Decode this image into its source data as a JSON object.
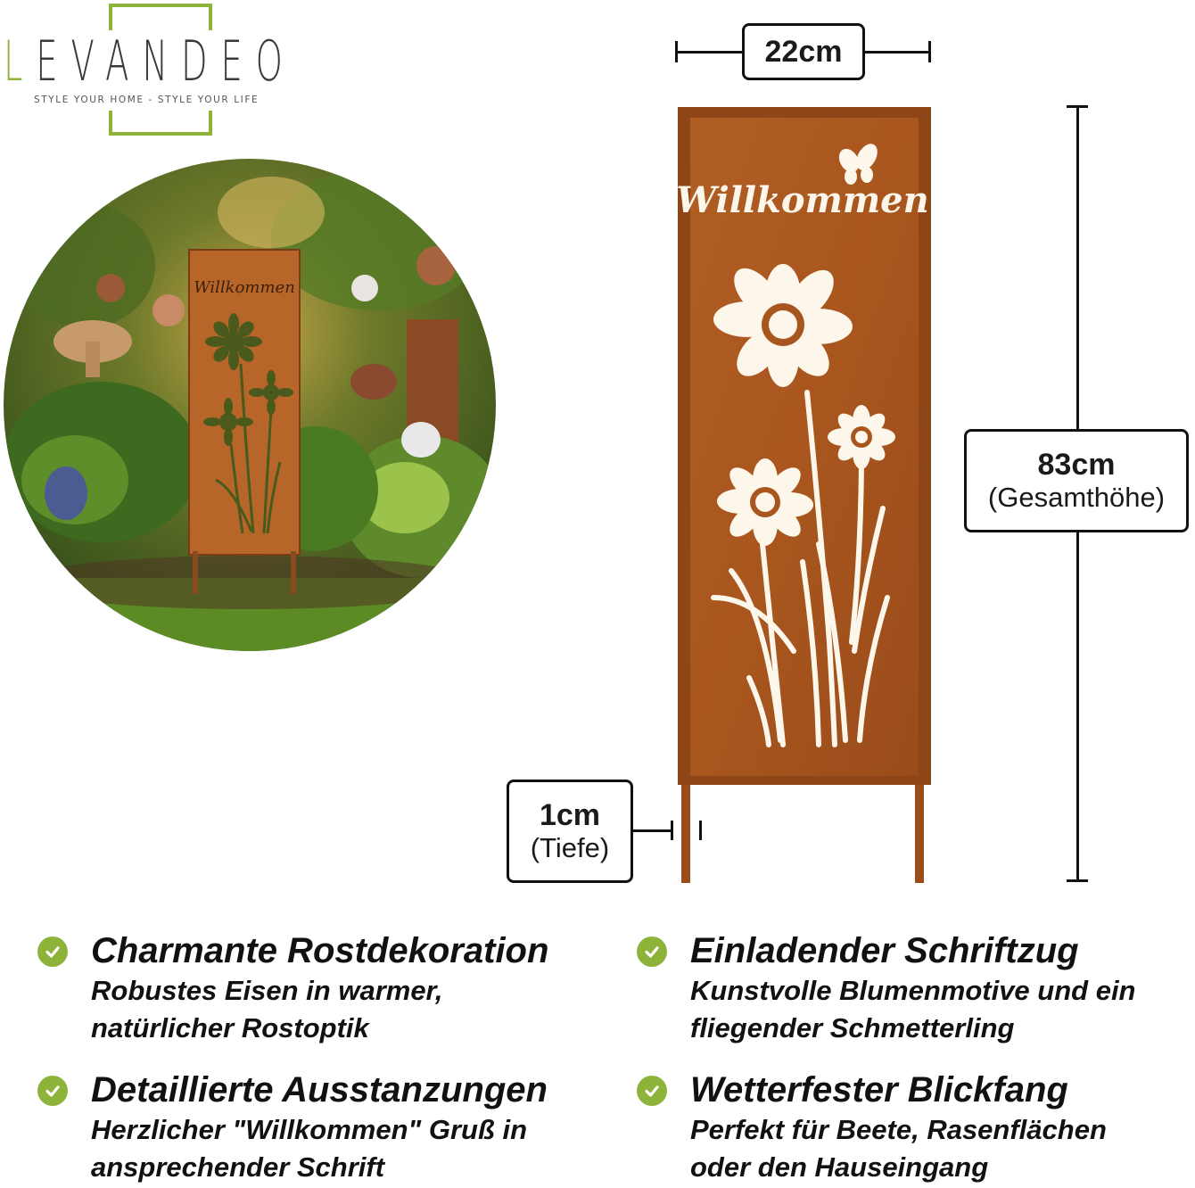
{
  "brand": {
    "first_letter": "L",
    "rest": "EVANDEO",
    "tagline": "STYLE YOUR HOME - STYLE YOUR LIFE",
    "accent_color": "#8db33a"
  },
  "product": {
    "inscription": "Willkommen",
    "rust_color": "#a85a22"
  },
  "dimensions": {
    "width": {
      "value": "22cm"
    },
    "height": {
      "value": "83cm",
      "note": "(Gesamthöhe)"
    },
    "depth": {
      "value": "1cm",
      "note": "(Tiefe)"
    }
  },
  "features": [
    {
      "icon": "check-circle-icon",
      "title": "Charmante Rostdekoration",
      "desc": "Robustes Eisen in warmer, natürlicher Rostoptik"
    },
    {
      "icon": "check-circle-icon",
      "title": "Einladender Schriftzug",
      "desc": "Kunstvolle Blumenmotive und ein fliegender Schmetterling"
    },
    {
      "icon": "check-circle-icon",
      "title": "Detaillierte Ausstanzungen",
      "desc": "Herzlicher \"Willkommen\" Gruß in ansprechender Schrift"
    },
    {
      "icon": "check-circle-icon",
      "title": "Wetterfester Blickfang",
      "desc": "Perfekt für Beete, Rasenflächen oder den Hauseingang"
    }
  ]
}
